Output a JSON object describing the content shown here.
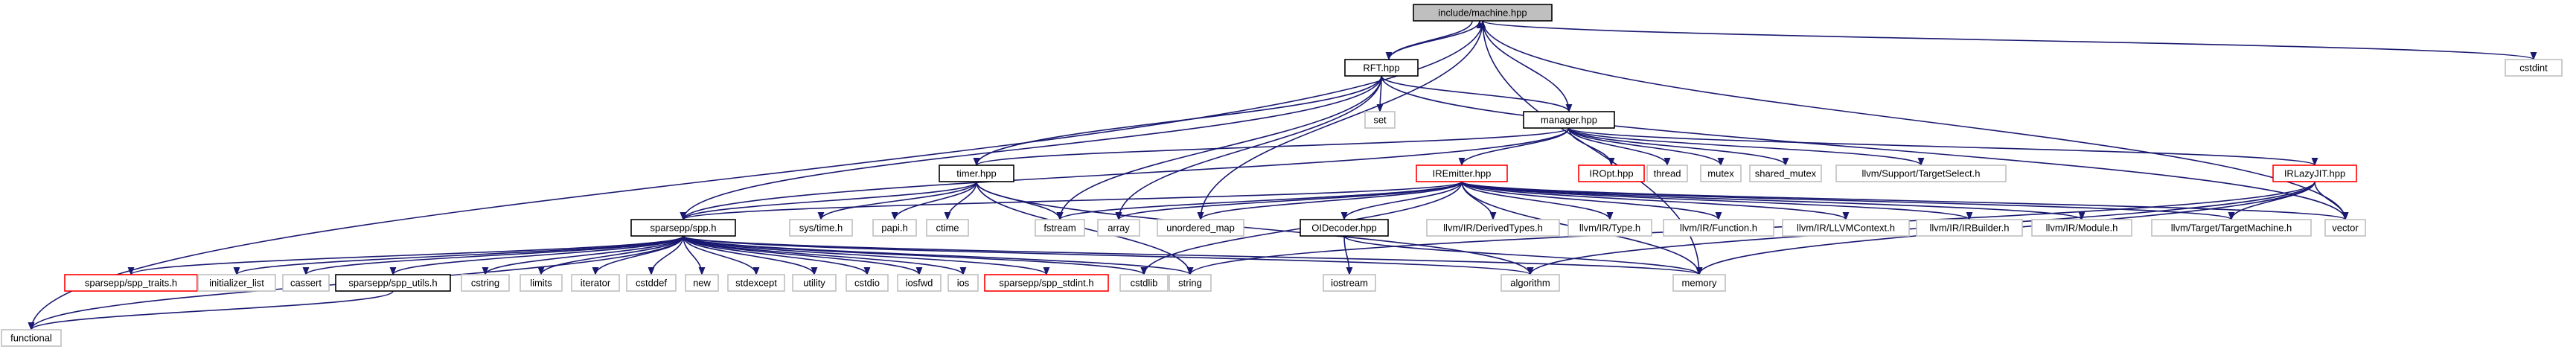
{
  "colors": {
    "edge": "#191970",
    "edge_to_leaf": "#191970",
    "node_root_fill": "#bfbfbf",
    "node_black_border": "#000000",
    "node_red_border": "#ff0000",
    "node_gray_border": "#bfbfbf",
    "text": "#000000"
  },
  "nodes": [
    {
      "id": "machine",
      "label": "include/machine.hpp",
      "style": "root"
    },
    {
      "id": "rft",
      "label": "RFT.hpp",
      "style": "black"
    },
    {
      "id": "cstdint",
      "label": "cstdint",
      "style": "gray"
    },
    {
      "id": "set",
      "label": "set",
      "style": "gray"
    },
    {
      "id": "manager",
      "label": "manager.hpp",
      "style": "black"
    },
    {
      "id": "timer",
      "label": "timer.hpp",
      "style": "black"
    },
    {
      "id": "iremitter",
      "label": "IREmitter.hpp",
      "style": "red"
    },
    {
      "id": "iropt",
      "label": "IROpt.hpp",
      "style": "red"
    },
    {
      "id": "thread",
      "label": "thread",
      "style": "gray"
    },
    {
      "id": "mutex",
      "label": "mutex",
      "style": "gray"
    },
    {
      "id": "shared_mutex",
      "label": "shared_mutex",
      "style": "gray"
    },
    {
      "id": "targetselect",
      "label": "llvm/Support/TargetSelect.h",
      "style": "gray"
    },
    {
      "id": "irlazyjit",
      "label": "IRLazyJIT.hpp",
      "style": "red"
    },
    {
      "id": "spp",
      "label": "sparsepp/spp.h",
      "style": "black"
    },
    {
      "id": "systime",
      "label": "sys/time.h",
      "style": "gray"
    },
    {
      "id": "papi",
      "label": "papi.h",
      "style": "gray"
    },
    {
      "id": "ctime",
      "label": "ctime",
      "style": "gray"
    },
    {
      "id": "fstream",
      "label": "fstream",
      "style": "gray"
    },
    {
      "id": "array",
      "label": "array",
      "style": "gray"
    },
    {
      "id": "unordered_map",
      "label": "unordered_map",
      "style": "gray"
    },
    {
      "id": "oidecoder",
      "label": "OIDecoder.hpp",
      "style": "black"
    },
    {
      "id": "derivedtypes",
      "label": "llvm/IR/DerivedTypes.h",
      "style": "gray"
    },
    {
      "id": "irtype",
      "label": "llvm/IR/Type.h",
      "style": "gray"
    },
    {
      "id": "irfunction",
      "label": "llvm/IR/Function.h",
      "style": "gray"
    },
    {
      "id": "llvmcontext",
      "label": "llvm/IR/LLVMContext.h",
      "style": "gray"
    },
    {
      "id": "irbuilder",
      "label": "llvm/IR/IRBuilder.h",
      "style": "gray"
    },
    {
      "id": "irmodule",
      "label": "llvm/IR/Module.h",
      "style": "gray"
    },
    {
      "id": "targetmachine",
      "label": "llvm/Target/TargetMachine.h",
      "style": "gray"
    },
    {
      "id": "vector",
      "label": "vector",
      "style": "gray"
    },
    {
      "id": "spp_traits",
      "label": "sparsepp/spp_traits.h",
      "style": "red"
    },
    {
      "id": "initializer_list",
      "label": "initializer_list",
      "style": "gray"
    },
    {
      "id": "cassert",
      "label": "cassert",
      "style": "gray"
    },
    {
      "id": "spp_utils",
      "label": "sparsepp/spp_utils.h",
      "style": "black"
    },
    {
      "id": "cstring",
      "label": "cstring",
      "style": "gray"
    },
    {
      "id": "limits",
      "label": "limits",
      "style": "gray"
    },
    {
      "id": "iterator",
      "label": "iterator",
      "style": "gray"
    },
    {
      "id": "cstddef",
      "label": "cstddef",
      "style": "gray"
    },
    {
      "id": "new",
      "label": "new",
      "style": "gray"
    },
    {
      "id": "stdexcept",
      "label": "stdexcept",
      "style": "gray"
    },
    {
      "id": "utility",
      "label": "utility",
      "style": "gray"
    },
    {
      "id": "cstdio",
      "label": "cstdio",
      "style": "gray"
    },
    {
      "id": "iosfwd",
      "label": "iosfwd",
      "style": "gray"
    },
    {
      "id": "ios",
      "label": "ios",
      "style": "gray"
    },
    {
      "id": "spp_stdint",
      "label": "sparsepp/spp_stdint.h",
      "style": "red"
    },
    {
      "id": "cstdlib",
      "label": "cstdlib",
      "style": "gray"
    },
    {
      "id": "string",
      "label": "string",
      "style": "gray"
    },
    {
      "id": "iostream",
      "label": "iostream",
      "style": "gray"
    },
    {
      "id": "algorithm",
      "label": "algorithm",
      "style": "gray"
    },
    {
      "id": "memory",
      "label": "memory",
      "style": "gray"
    },
    {
      "id": "functional",
      "label": "functional",
      "style": "gray"
    }
  ],
  "edges": [
    [
      "machine",
      "rft"
    ],
    [
      "rft",
      "machine"
    ],
    [
      "machine",
      "cstdint"
    ],
    [
      "machine",
      "functional"
    ],
    [
      "machine",
      "memory"
    ],
    [
      "machine",
      "unordered_map"
    ],
    [
      "machine",
      "vector"
    ],
    [
      "manager",
      "machine"
    ],
    [
      "manager",
      "iropt"
    ],
    [
      "manager",
      "thread"
    ],
    [
      "manager",
      "mutex"
    ],
    [
      "manager",
      "shared_mutex"
    ],
    [
      "manager",
      "targetselect"
    ],
    [
      "manager",
      "irlazyjit"
    ],
    [
      "manager",
      "iremitter"
    ],
    [
      "manager",
      "timer"
    ],
    [
      "manager",
      "spp"
    ],
    [
      "rft",
      "set"
    ],
    [
      "rft",
      "manager"
    ],
    [
      "rft",
      "timer"
    ],
    [
      "rft",
      "spp"
    ],
    [
      "rft",
      "fstream"
    ],
    [
      "rft",
      "array"
    ],
    [
      "rft",
      "vector"
    ],
    [
      "timer",
      "systime"
    ],
    [
      "timer",
      "papi"
    ],
    [
      "timer",
      "ctime"
    ],
    [
      "timer",
      "fstream"
    ],
    [
      "timer",
      "spp"
    ],
    [
      "timer",
      "string"
    ],
    [
      "timer",
      "algorithm"
    ],
    [
      "iremitter",
      "spp"
    ],
    [
      "iremitter",
      "fstream"
    ],
    [
      "iremitter",
      "array"
    ],
    [
      "iremitter",
      "unordered_map"
    ],
    [
      "iremitter",
      "oidecoder"
    ],
    [
      "iremitter",
      "derivedtypes"
    ],
    [
      "iremitter",
      "irtype"
    ],
    [
      "iremitter",
      "irfunction"
    ],
    [
      "iremitter",
      "llvmcontext"
    ],
    [
      "iremitter",
      "irbuilder"
    ],
    [
      "iremitter",
      "irmodule"
    ],
    [
      "iremitter",
      "targetmachine"
    ],
    [
      "iremitter",
      "vector"
    ],
    [
      "iremitter",
      "memory"
    ],
    [
      "iremitter",
      "cstdlib"
    ],
    [
      "irlazyjit",
      "targetmachine"
    ],
    [
      "irlazyjit",
      "vector"
    ],
    [
      "irlazyjit",
      "memory"
    ],
    [
      "irlazyjit",
      "algorithm"
    ],
    [
      "irlazyjit",
      "string"
    ],
    [
      "oidecoder",
      "iostream"
    ],
    [
      "oidecoder",
      "memory"
    ],
    [
      "spp",
      "spp_traits"
    ],
    [
      "spp",
      "initializer_list"
    ],
    [
      "spp",
      "cassert"
    ],
    [
      "spp",
      "spp_utils"
    ],
    [
      "spp",
      "cstring"
    ],
    [
      "spp",
      "limits"
    ],
    [
      "spp",
      "iterator"
    ],
    [
      "spp",
      "cstddef"
    ],
    [
      "spp",
      "new"
    ],
    [
      "spp",
      "stdexcept"
    ],
    [
      "spp",
      "utility"
    ],
    [
      "spp",
      "cstdio"
    ],
    [
      "spp",
      "iosfwd"
    ],
    [
      "spp",
      "ios"
    ],
    [
      "spp",
      "spp_stdint"
    ],
    [
      "spp",
      "cstdlib"
    ],
    [
      "spp",
      "string"
    ],
    [
      "spp",
      "algorithm"
    ],
    [
      "spp",
      "memory"
    ],
    [
      "spp",
      "functional"
    ],
    [
      "spp_utils",
      "functional"
    ]
  ]
}
